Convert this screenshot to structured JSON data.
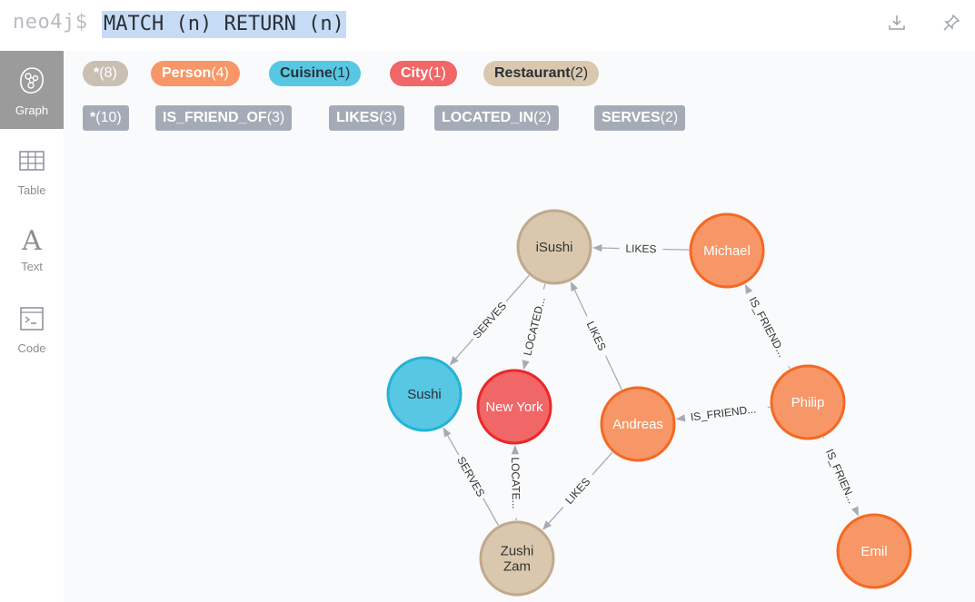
{
  "editor": {
    "prompt": "neo4j$",
    "query": "MATCH (n) RETURN (n)"
  },
  "topbar": {
    "download_icon": "download-icon",
    "pin_icon": "pin-icon"
  },
  "sidebar": {
    "items": [
      {
        "label": "Graph",
        "icon": "graph-icon",
        "active": true
      },
      {
        "label": "Table",
        "icon": "table-icon",
        "active": false
      },
      {
        "label": "Text",
        "icon": "text-icon",
        "active": false
      },
      {
        "label": "Code",
        "icon": "code-icon",
        "active": false
      }
    ]
  },
  "node_labels": [
    {
      "name": "*",
      "count": "(8)",
      "color": "#c9bfb3",
      "text_color": "#ffffff"
    },
    {
      "name": "Person",
      "count": "(4)",
      "color": "#f79767",
      "text_color": "#ffffff"
    },
    {
      "name": "Cuisine",
      "count": "(1)",
      "color": "#57c7e3",
      "text_color": "#2b3036"
    },
    {
      "name": "City",
      "count": "(1)",
      "color": "#f16667",
      "text_color": "#ffffff"
    },
    {
      "name": "Restaurant",
      "count": "(2)",
      "color": "#d9c8ae",
      "text_color": "#2b3036"
    }
  ],
  "relationship_types": [
    {
      "name": "*",
      "count": "(10)"
    },
    {
      "name": "IS_FRIEND_OF",
      "count": "(3)"
    },
    {
      "name": "LIKES",
      "count": "(3)"
    },
    {
      "name": "LOCATED_IN",
      "count": "(2)"
    },
    {
      "name": "SERVES",
      "count": "(2)"
    }
  ],
  "graph": {
    "nodes": [
      {
        "id": "isushi",
        "lines": [
          "iSushi"
        ],
        "fill": "#d9c8ae",
        "stroke": "#c0a98e",
        "text": "#333333"
      },
      {
        "id": "michael",
        "lines": [
          "Michael"
        ],
        "fill": "#f79767",
        "stroke": "#f36924",
        "text": "#ffffff"
      },
      {
        "id": "sushi",
        "lines": [
          "Sushi"
        ],
        "fill": "#57c7e3",
        "stroke": "#23b3d7",
        "text": "#2b3036"
      },
      {
        "id": "newyork",
        "lines": [
          "New York"
        ],
        "fill": "#f16667",
        "stroke": "#eb2728",
        "text": "#ffffff"
      },
      {
        "id": "andreas",
        "lines": [
          "Andreas"
        ],
        "fill": "#f79767",
        "stroke": "#f36924",
        "text": "#ffffff"
      },
      {
        "id": "philip",
        "lines": [
          "Philip"
        ],
        "fill": "#f79767",
        "stroke": "#f36924",
        "text": "#ffffff"
      },
      {
        "id": "zushi",
        "lines": [
          "Zushi",
          "Zam"
        ],
        "fill": "#d9c8ae",
        "stroke": "#c0a98e",
        "text": "#333333"
      },
      {
        "id": "emil",
        "lines": [
          "Emil"
        ],
        "fill": "#f79767",
        "stroke": "#f36924",
        "text": "#ffffff"
      }
    ],
    "edges": [
      {
        "from": "michael",
        "to": "isushi",
        "label": "LIKES"
      },
      {
        "from": "isushi",
        "to": "sushi",
        "label": "SERVES"
      },
      {
        "from": "isushi",
        "to": "newyork",
        "label": "LOCATED..."
      },
      {
        "from": "andreas",
        "to": "isushi",
        "label": "LIKES"
      },
      {
        "from": "philip",
        "to": "michael",
        "label": "IS_FRIEND..."
      },
      {
        "from": "philip",
        "to": "andreas",
        "label": "IS_FRIEND..."
      },
      {
        "from": "philip",
        "to": "emil",
        "label": "IS_FRIEN..."
      },
      {
        "from": "zushi",
        "to": "sushi",
        "label": "SERVES"
      },
      {
        "from": "zushi",
        "to": "newyork",
        "label": "LOCATE..."
      },
      {
        "from": "andreas",
        "to": "zushi",
        "label": "LIKES"
      }
    ]
  }
}
